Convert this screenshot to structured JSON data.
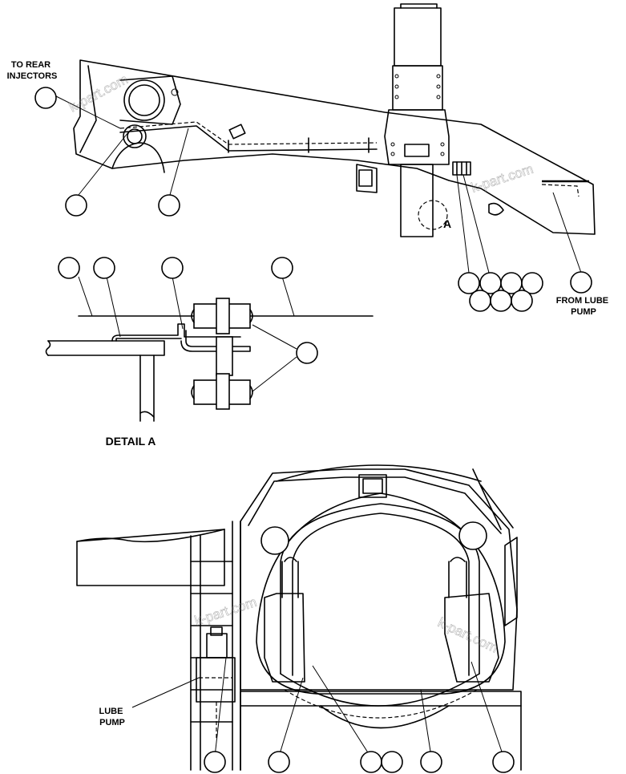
{
  "labels": {
    "to_rear_injectors": [
      "TO REAR",
      "INJECTORS"
    ],
    "from_lube_pump": [
      "FROM LUBE",
      "PUMP"
    ],
    "lube_pump": [
      "LUBE",
      "PUMP"
    ],
    "detail_a": "DETAIL A",
    "detail_marker": "A"
  },
  "watermark": "k-part.com"
}
